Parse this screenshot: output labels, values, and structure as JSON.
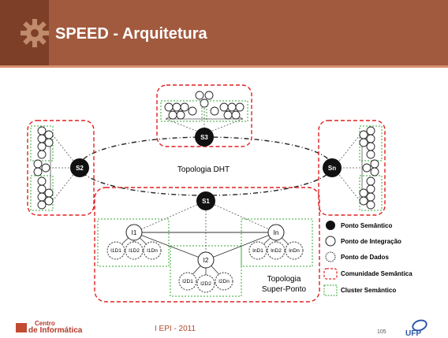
{
  "slide": {
    "title": "SPEED - Arquitetura",
    "footer_event": "I EPI - 2011",
    "page_number": "105"
  },
  "diagram": {
    "dht_label": "Topologia DHT",
    "superpeer_label_line1": "Topologia",
    "superpeer_label_line2": "Super-Ponto",
    "semantic_nodes": {
      "s1": "S1",
      "s2": "S2",
      "s3": "S3",
      "sn": "Sn"
    },
    "integration_nodes": {
      "i1": "I1",
      "i2": "I2",
      "in": "In"
    },
    "data_nodes": {
      "i1": [
        "I1D1",
        "I1D2",
        "I1Dn"
      ],
      "i2": [
        "I2D1",
        "I2D2",
        "I2Dn"
      ],
      "in": [
        "InD1",
        "InD2",
        "InDn"
      ]
    }
  },
  "legend": {
    "items": [
      {
        "label": "Ponto Semântico",
        "icon": "filled-black-circle"
      },
      {
        "label": "Ponto de Integração",
        "icon": "white-circle"
      },
      {
        "label": "Ponto de Dados",
        "icon": "dotted-circle"
      },
      {
        "label": "Comunidade Semântica",
        "icon": "red-dashed-box"
      },
      {
        "label": "Cluster Semântico",
        "icon": "green-dotted-box"
      }
    ]
  },
  "logos": {
    "left": {
      "line1": "Centro",
      "line2": "de Informática"
    },
    "right": {
      "text": "UFP"
    }
  },
  "colors": {
    "title_bar": "#a25a3f",
    "community_red": "#e02020",
    "cluster_green": "#33aa33",
    "footer_red": "#b34a2e"
  }
}
